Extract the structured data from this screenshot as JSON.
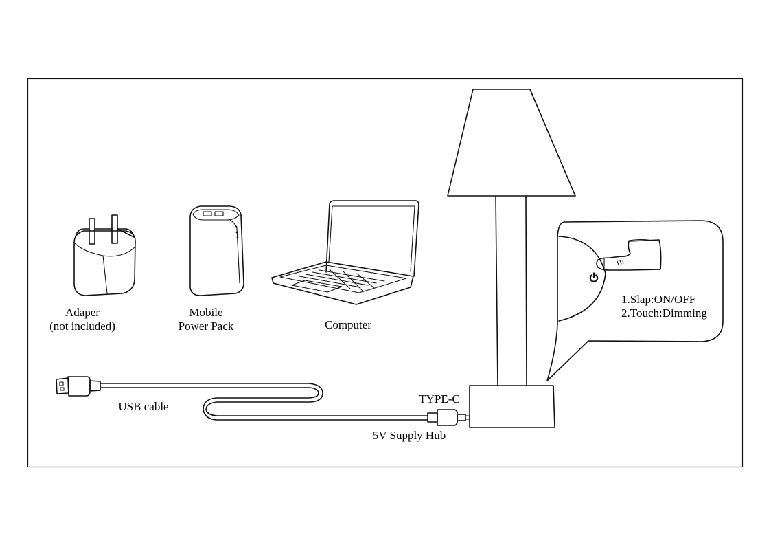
{
  "devices": {
    "adapter": {
      "line1": "Adaper",
      "line2": "(not included)"
    },
    "power_pack": {
      "line1": "Mobile",
      "line2": "Power Pack"
    },
    "computer": {
      "label": "Computer"
    }
  },
  "cable": {
    "usb_label": "USB cable",
    "type_c_label": "TYPE-C",
    "supply_label": "5V Supply Hub"
  },
  "instructions": {
    "line1": "1.Slap:ON/OFF",
    "line2": "2.Touch:Dimming"
  },
  "icons": [
    "adapter-icon",
    "power-bank-icon",
    "laptop-icon",
    "usb-plug-icon",
    "type-c-plug-icon",
    "table-lamp-icon",
    "finger-touch-icon",
    "power-icon"
  ]
}
